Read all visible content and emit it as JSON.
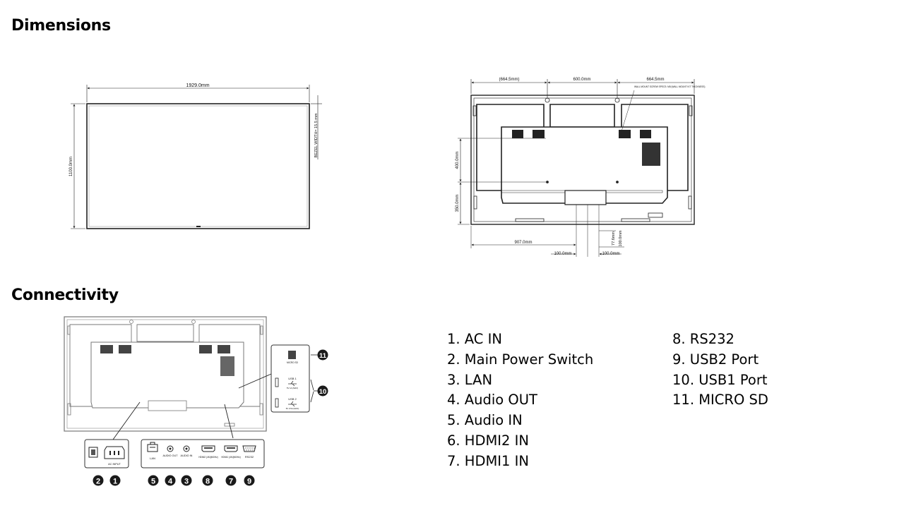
{
  "sections": {
    "dimensions": "Dimensions",
    "connectivity": "Connectivity"
  },
  "front_drawing": {
    "width": "1929.0mm",
    "height": "1100.0mm",
    "bezel": "BEZEL WIDTH= 15.5 mm"
  },
  "rear_drawing": {
    "top_left": "(664.5mm)",
    "top_center": "600.0mm",
    "top_right": "664.5mm",
    "wall_mount_note": "WALL MOUNT SCREW SPECS: M8 (WALL MOUNT KIT THICKNESS)",
    "left_upper": "400.0mm",
    "left_lower": "350.0mm",
    "bottom": "907.0mm",
    "bottom_left_offset": "100.0mm",
    "bottom_right_offset": "100.0mm",
    "vertical_a": "77.6mm",
    "vertical_b": "100.0mm"
  },
  "panel_labels": {
    "ac_input": "AC INPUT",
    "lan": "LAN",
    "audio_out": "AUDIO OUT",
    "audio_in": "AUDIO IN",
    "hdmi2": "HDMI2 (4K@60Hz)",
    "hdmi1": "HDMI1 (4K@60Hz)",
    "rs232": "RS232",
    "micro_sd": "MICRO SD",
    "usb1": "USB 1",
    "usb1_spec": "5V 1A (MAX)",
    "usb2": "USB 2",
    "usb2_spec": "5V 0.5A (MAX)"
  },
  "callouts": [
    "2",
    "1",
    "5",
    "4",
    "3",
    "8",
    "7",
    "9",
    "10",
    "11"
  ],
  "legend_left": [
    "1. AC IN",
    "2. Main Power Switch",
    "3. LAN",
    "4. Audio OUT",
    "5. Audio IN",
    "6. HDMI2 IN",
    "7. HDMI1 IN"
  ],
  "legend_right": [
    "8. RS232",
    "9. USB2 Port",
    "10. USB1 Port",
    "11. MICRO SD"
  ]
}
